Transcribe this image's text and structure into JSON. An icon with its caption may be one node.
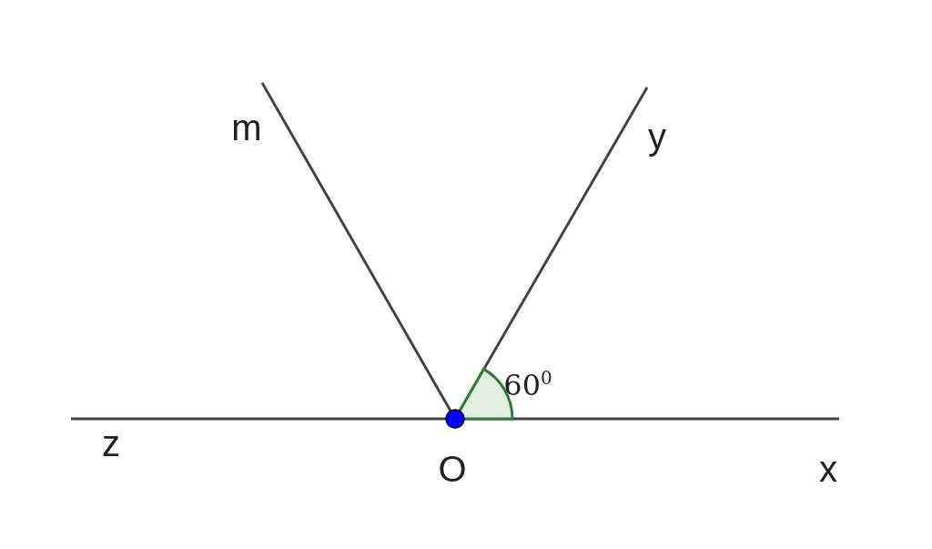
{
  "diagram": {
    "labels": [
      "m",
      "y",
      "60$^{0}$",
      "z",
      "O",
      "x"
    ]
  }
}
